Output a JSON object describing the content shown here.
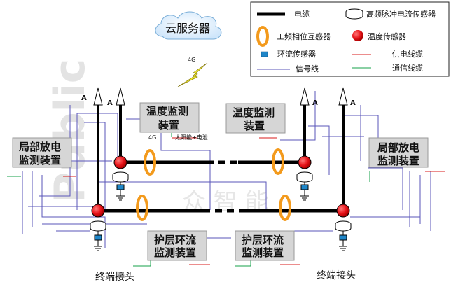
{
  "cloud": {
    "label": "云服务器",
    "signal_label": "4G"
  },
  "legend": {
    "cable": "电缆",
    "hf_sensor": "高频脉冲电流传感器",
    "ct": "工频相位互感器",
    "temp": "温度传感器",
    "loop_ct": "环流传感器",
    "power_line": "供电线缆",
    "signal_line": "信号线",
    "comm_line": "通信线缆"
  },
  "boxes": {
    "temp_left": [
      "温度监测",
      "装置"
    ],
    "temp_right": [
      "温度监测",
      "装置"
    ],
    "pd_left": [
      "局部放电",
      "监测装置"
    ],
    "pd_right": [
      "局部放电",
      "监测装置"
    ],
    "sheath_left": [
      "护层环流",
      "监测装置"
    ],
    "sheath_right": [
      "护层环流",
      "监测装置"
    ]
  },
  "small_labels": {
    "fourg": "4G",
    "solar": "太阳能+电池"
  },
  "antenna_label": "A",
  "terminals": {
    "left": "终端接头",
    "right": "终端接头"
  },
  "watermark": "Public",
  "watermark_cn": "众 智 能",
  "colors": {
    "cable": "#000000",
    "ct_ring": "#f39a1c",
    "temp_sensor": "#e8141a",
    "loop_sensor": "#1f86c8",
    "power_line": "#d81b1b",
    "signal_line": "#5a56b8",
    "comm_line": "#14a04a",
    "box_fill": "#d6d6d6"
  }
}
